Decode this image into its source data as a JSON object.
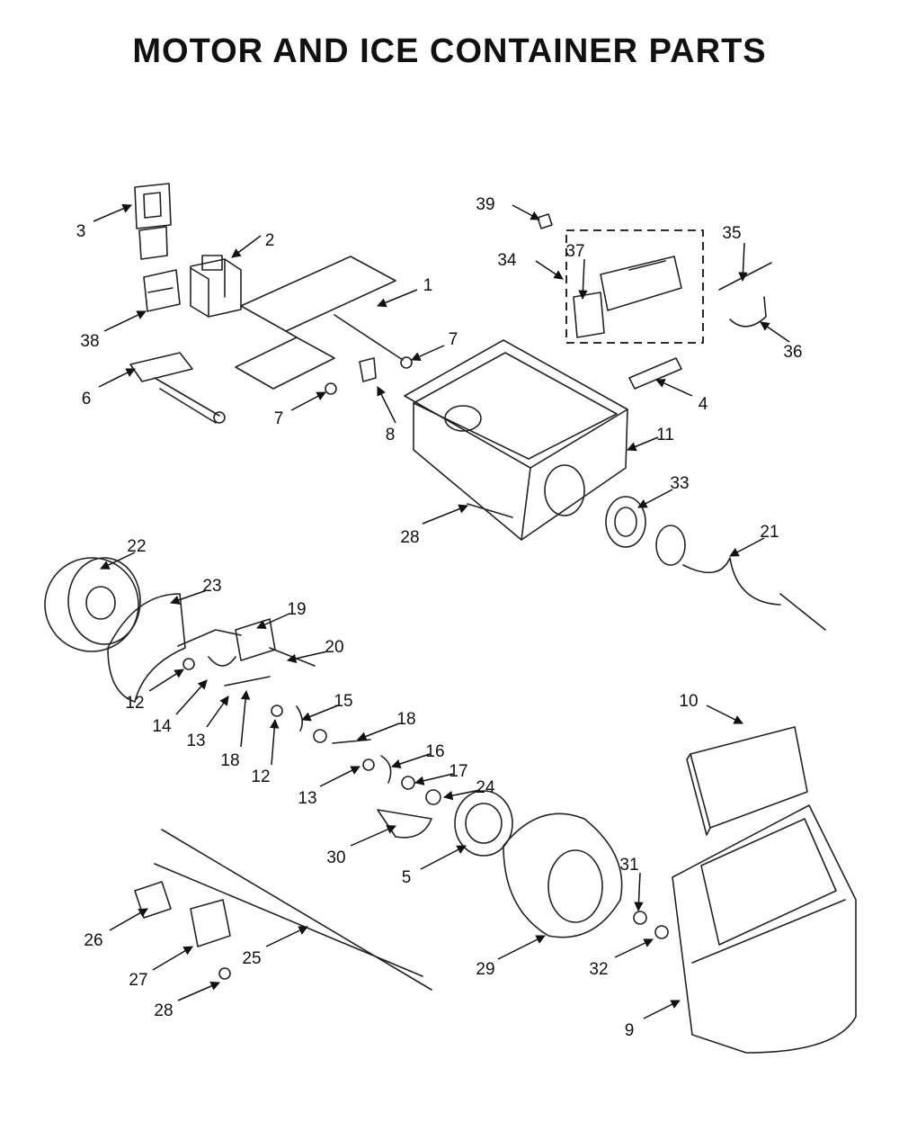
{
  "title": "MOTOR AND ICE CONTAINER PARTS",
  "callouts": [
    "1",
    "2",
    "3",
    "4",
    "5",
    "6",
    "7",
    "7",
    "8",
    "9",
    "10",
    "11",
    "12",
    "12",
    "13",
    "13",
    "14",
    "15",
    "16",
    "17",
    "18",
    "18",
    "19",
    "20",
    "21",
    "22",
    "23",
    "24",
    "25",
    "26",
    "27",
    "28",
    "28",
    "29",
    "30",
    "31",
    "32",
    "33",
    "34",
    "35",
    "36",
    "37",
    "38",
    "39"
  ]
}
